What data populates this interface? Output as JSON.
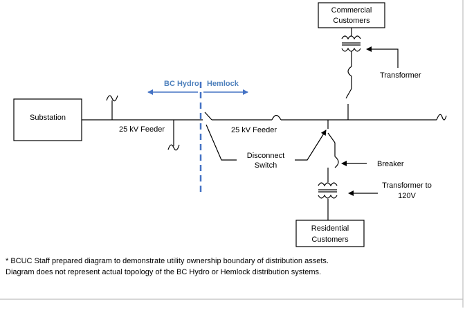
{
  "diagram": {
    "substation": "Substation",
    "commercial": [
      "Commercial",
      "Customers"
    ],
    "residential": [
      "Residential",
      "Customers"
    ],
    "transformer_top": "Transformer",
    "transformer_bottom": [
      "Transformer to",
      "120V"
    ],
    "breaker": "Breaker",
    "disconnect": [
      "Disconnect",
      "Switch"
    ],
    "feeder_left": "25 kV Feeder",
    "feeder_right": "25 kV Feeder",
    "owner_left": "BC Hydro",
    "owner_right": "Hemlock",
    "boundary_color": "#4472c4",
    "owner_text_color": "#4f81bd"
  },
  "footnote": {
    "line1": "*  BCUC Staff prepared diagram to demonstrate utility ownership boundary of distribution assets.",
    "line2": "Diagram does not represent actual topology of the BC Hydro or Hemlock distribution systems."
  }
}
